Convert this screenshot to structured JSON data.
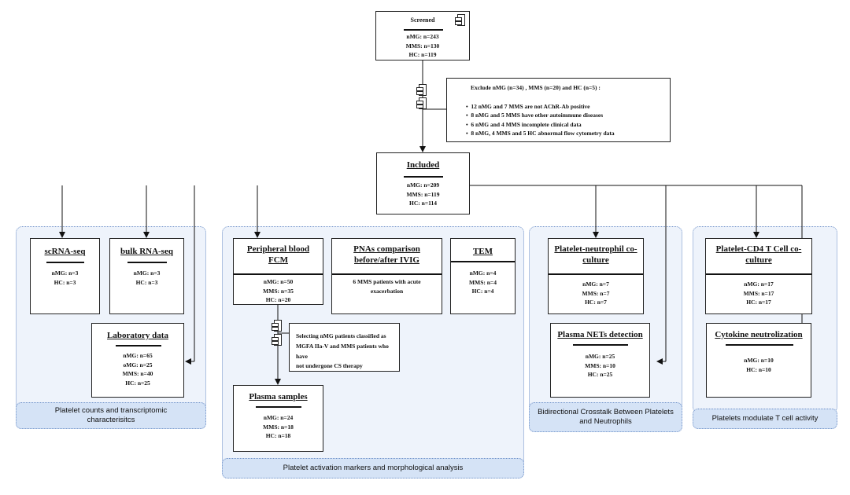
{
  "screened": {
    "title": "Screened",
    "lines": [
      "nMG: n=243",
      "MMS: n=130",
      "HC: n=119"
    ]
  },
  "exclude": {
    "title": "Exclude nMG (n=34) , MMS (n=20) and HC (n=5) :",
    "items": [
      "12 nMG and 7 MMS are not AChR-Ab positive",
      "8 nMG and 5 MMS have other autoimmune diseases",
      "6 nMG and 4 MMS incomplete clinical data",
      "8 nMG, 4 MMS and 5 HC abnormal flow cytometry data"
    ]
  },
  "included": {
    "title": "Included",
    "lines": [
      "nMG: n=209",
      "MMS: n=119",
      "HC: n=114"
    ]
  },
  "groups": {
    "g1": "Platelet counts and transcriptomic characterisitcs",
    "g2": "Platelet activation markers and morphological analysis",
    "g3": "Bidirectional Crosstalk Between Platelets and Neutrophils",
    "g4": "Platelets modulate T cell activity"
  },
  "boxes": {
    "scrna": {
      "title": "scRNA-seq",
      "lines": [
        "nMG: n=3",
        "HC: n=3"
      ]
    },
    "bulk": {
      "title": "bulk RNA-seq",
      "lines": [
        "nMG: n=3",
        "HC: n=3"
      ]
    },
    "lab": {
      "title": "Laboratory data",
      "lines": [
        "nMG: n=65",
        "oMG: n=25",
        "MMS: n=40",
        "HC: n=25"
      ]
    },
    "fcm": {
      "title": "Peripheral blood FCM",
      "lines": [
        "nMG: n=50",
        "MMS: n=35",
        "HC: n=20"
      ]
    },
    "pnas": {
      "title": "PNAs comparison before/after IVIG",
      "lines": [
        "6 MMS patients with acute",
        "exacerbation"
      ]
    },
    "tem": {
      "title": "TEM",
      "lines": [
        "nMG: n=4",
        "MMS: n=4",
        "HC: n=4"
      ]
    },
    "plasma": {
      "title": "Plasma samples",
      "lines": [
        "nMG: n=24",
        "MMS: n=18",
        "HC: n=18"
      ]
    },
    "pn": {
      "title": "Platelet-neutrophil co-culture",
      "lines": [
        "nMG: n=7",
        "MMS: n=7",
        "HC: n=7"
      ]
    },
    "nets": {
      "title": "Plasma NETs detection",
      "lines": [
        "nMG: n=25",
        "MMS: n=10",
        "HC: n=25"
      ]
    },
    "cd4": {
      "title": "Platelet-CD4 T Cell co-culture",
      "lines": [
        "nMG: n=17",
        "MMS: n=17",
        "HC: n=17"
      ]
    },
    "cyto": {
      "title": "Cytokine neutrolization",
      "lines": [
        "nMG: n=10",
        "HC: n=10"
      ]
    }
  },
  "selecting": {
    "lines": [
      "Selecting nMG patients classified as",
      "MGFA IIa-V and MMS patients who have",
      "not undergone CS therapy"
    ]
  }
}
